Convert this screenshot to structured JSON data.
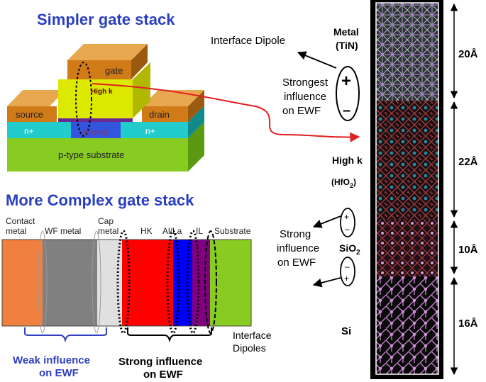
{
  "top": {
    "title": "Simpler gate stack",
    "labels": {
      "gate": "gate",
      "high_k": "High k",
      "source": "source",
      "drain": "drain",
      "n_plus_left": "n+",
      "n_plus_right": "n+",
      "channel": "channel",
      "substrate": "p-type substrate"
    }
  },
  "bottom": {
    "title": "More Complex gate stack",
    "layer_labels": {
      "contact_line1": "Contact",
      "contact_line2": "metal",
      "wf_metal": "WF metal",
      "cap_line1": "Cap",
      "cap_line2": "metal",
      "hk": "HK",
      "al_la": "Al/La",
      "il": "IL",
      "substrate": "Substrate"
    },
    "interface_dipoles_line1": "Interface",
    "interface_dipoles_line2": "Dipoles",
    "weak_line1": "Weak influence",
    "weak_line2": "on EWF",
    "strong_line1": "Strong influence",
    "strong_line2": "on EWF"
  },
  "right": {
    "interface_dipole": "Interface Dipole",
    "metal_line1": "Metal",
    "metal_line2": "(TiN)",
    "strongest_line1": "Strongest",
    "strongest_line2": "influence",
    "strongest_line3": "on EWF",
    "high_k": "High k",
    "hfo2_main": "(HfO",
    "hfo2_sub": "2",
    "hfo2_end": ")",
    "strong_line1": "Strong",
    "strong_line2": "influence",
    "strong_line3": "on EWF",
    "sio2_main": "SiO",
    "sio2_sub": "2",
    "si": "Si",
    "plus": "+",
    "minus": "–"
  },
  "dimensions": [
    "20Å",
    "22Å",
    "10Å",
    "16Å"
  ],
  "colors": {
    "title_blue": "#2a3fbf",
    "weak_blue": "#3040c0",
    "arrow_red": "#e02020",
    "contact_metal": "#f08040",
    "wf_metal": "#808080",
    "cap_metal": "#e0e0e0",
    "hk": "#ff0000",
    "al_la": "#0000ff",
    "il": "#800080",
    "substrate": "#88cc22"
  }
}
